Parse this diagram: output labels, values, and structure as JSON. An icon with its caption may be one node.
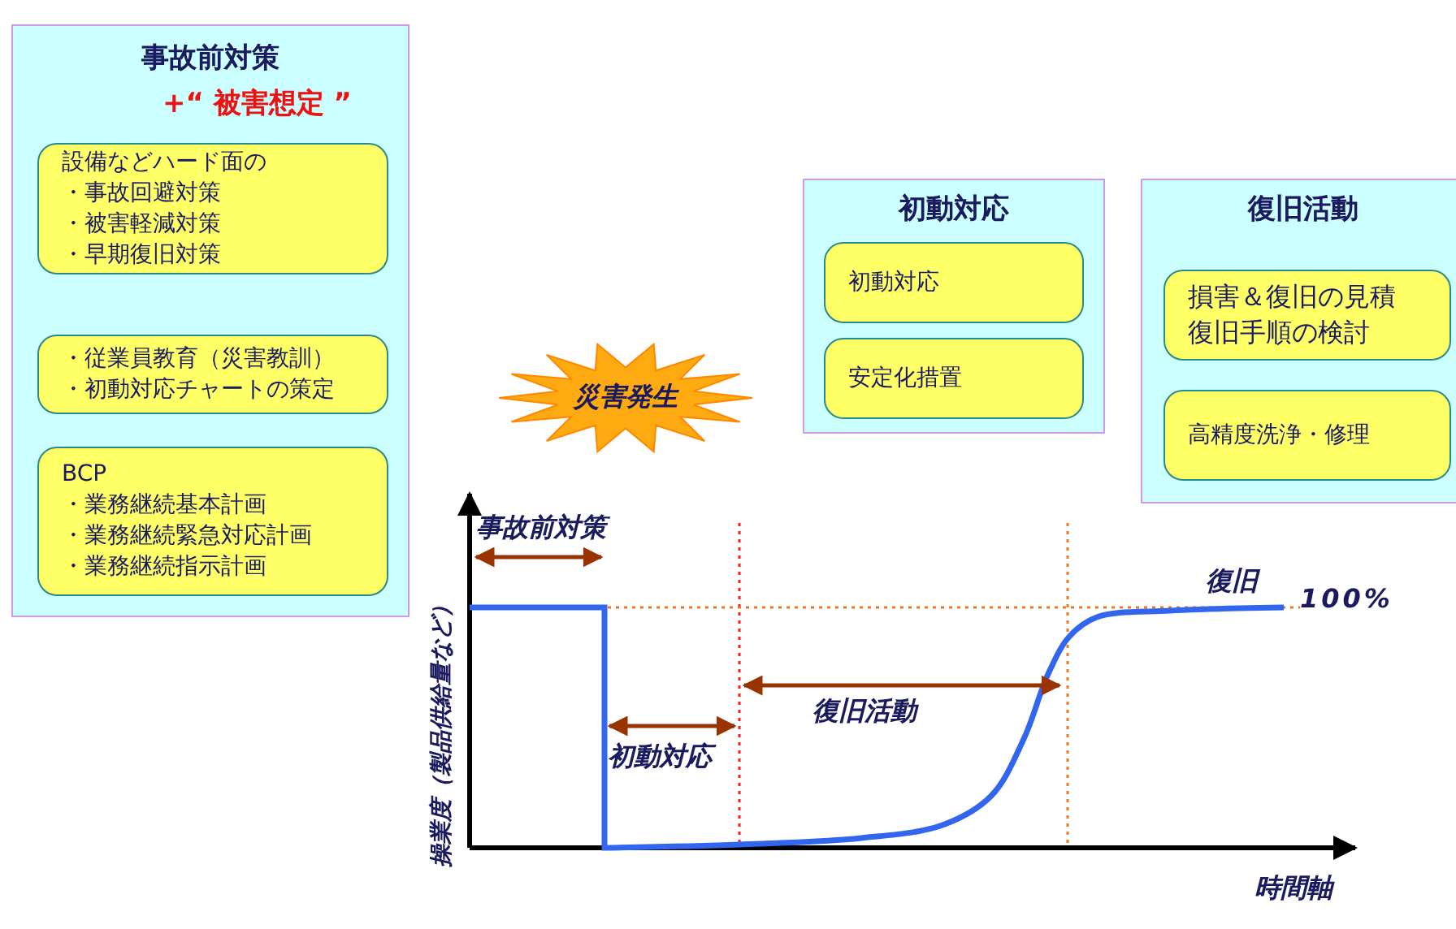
{
  "diagram": {
    "nodes": [
      {
        "text": [
          "事故前対策",
          "+“ 被害想定 ”"
        ]
      },
      {
        "text": [
          "設備などハード面の",
          "・事故回避対策",
          "・被害軽減対策",
          "・早期復旧対策"
        ],
        "in": 0
      },
      {
        "text": [
          "・従業員教育（災害教訓）",
          "・初動対応チャートの策定"
        ],
        "in": 0
      },
      {
        "text": [
          "BCP",
          "・業務継続基本計画",
          "・業務継続緊急対応計画",
          "・業務継続指示計画"
        ],
        "in": 0
      },
      {
        "text": [
          "初動対応"
        ]
      },
      {
        "text": [
          "初動対応"
        ],
        "in": 4
      },
      {
        "text": [
          "安定化措置"
        ],
        "in": 4
      },
      {
        "text": [
          "復旧活動"
        ]
      },
      {
        "text": [
          "損害＆復旧の見積復旧手順の検討"
        ],
        "in": 7
      },
      {
        "text": [
          "高精度洗浄・修理"
        ],
        "in": 7
      },
      {
        "text": [
          "災害発生"
        ]
      }
    ],
    "labels": [
      "事故前対策",
      "復旧",
      "100%",
      "復旧活動",
      "初動対応",
      "操業度（製品供給量など）",
      "時間軸"
    ]
  }
}
